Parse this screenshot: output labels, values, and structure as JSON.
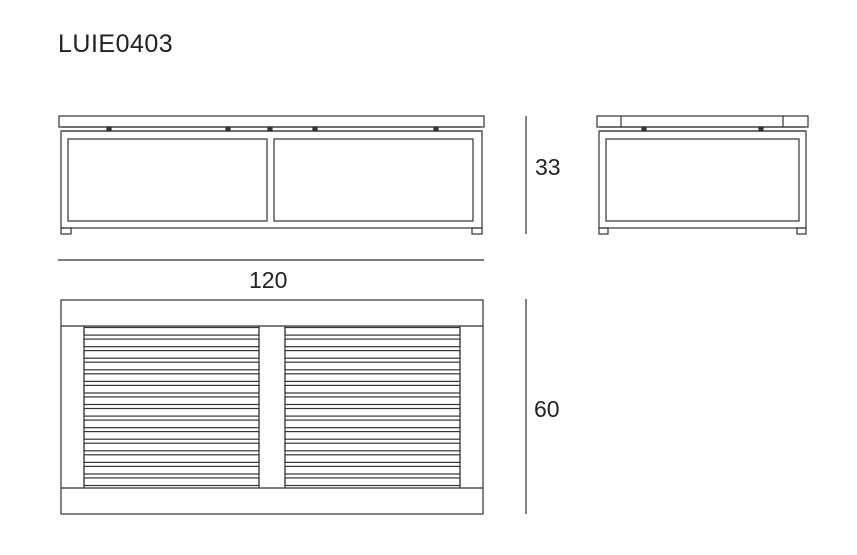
{
  "product_code": "LUIE0403",
  "dimensions": {
    "width": "120",
    "height": "33",
    "depth": "60"
  },
  "views": [
    {
      "name": "front-elevation",
      "panels": 2
    },
    {
      "name": "side-elevation",
      "panels": 1
    },
    {
      "name": "top-plan",
      "panels": 2,
      "slats_per_panel": 14
    }
  ]
}
